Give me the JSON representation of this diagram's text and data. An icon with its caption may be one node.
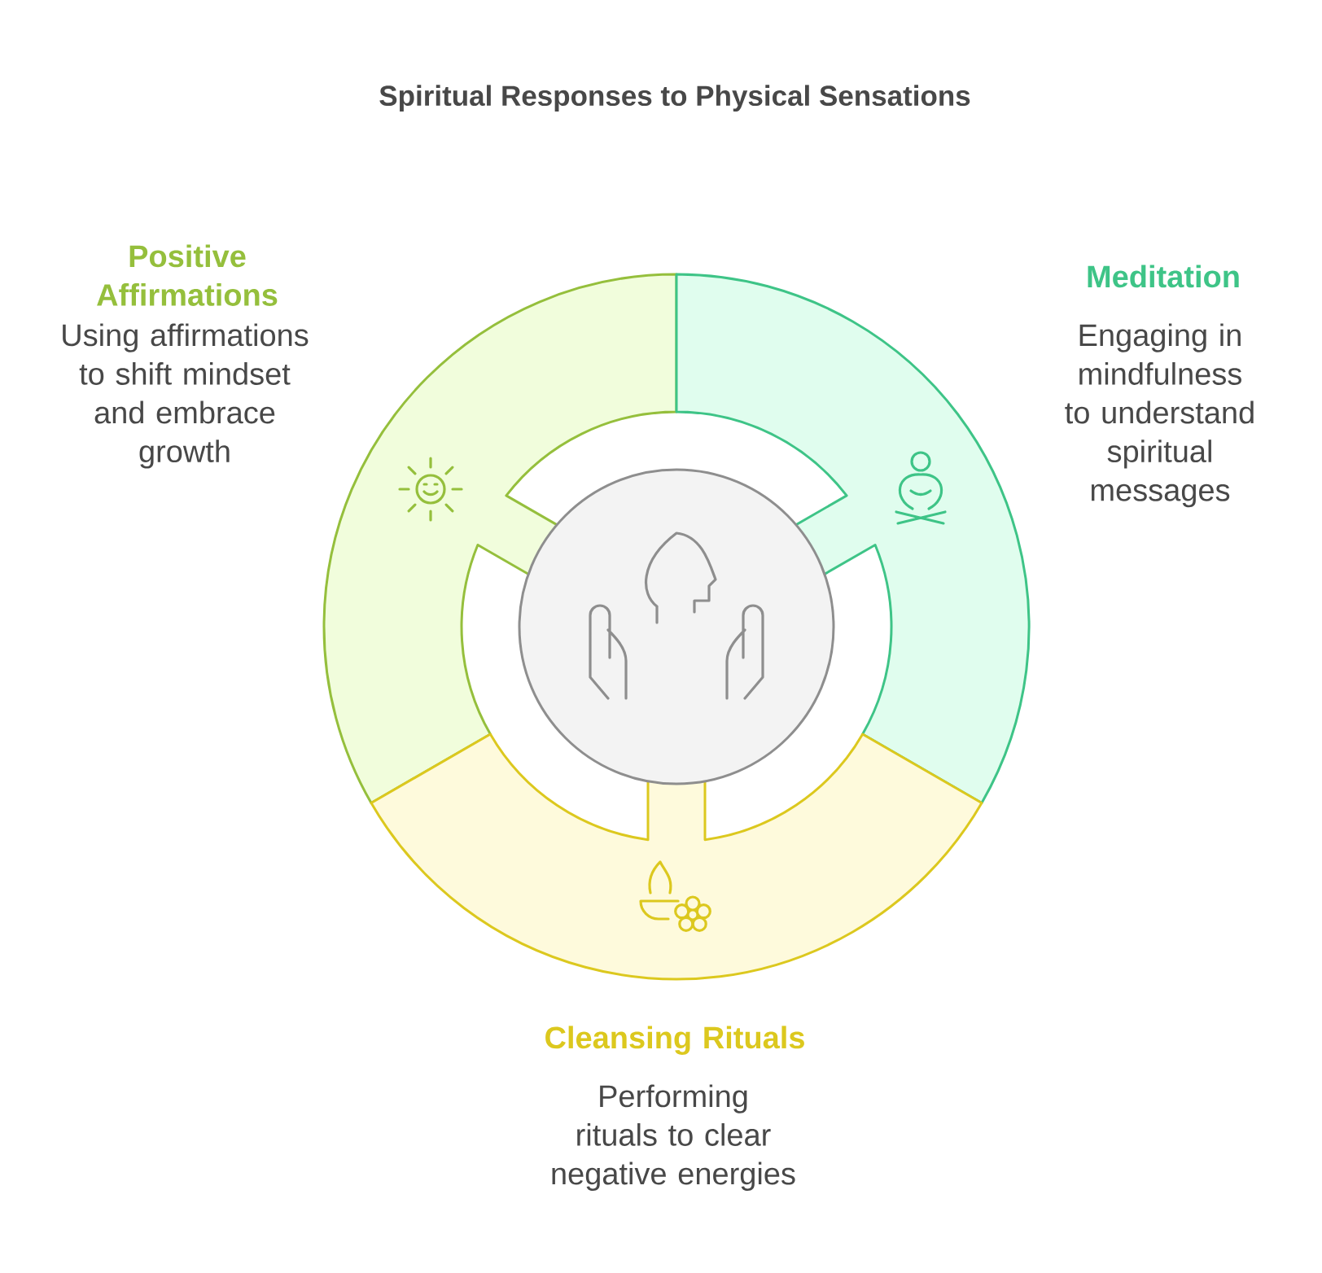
{
  "diagram": {
    "title": "Spiritual Responses to Physical Sensations",
    "nodes": [
      {
        "text": [
          "Positive Affirmations",
          "Using affirmations to shift mindset and embrace growth"
        ]
      },
      {
        "text": [
          "Meditation",
          "Engaging in mindfulness to understand spiritual messages"
        ]
      },
      {
        "text": [
          "Cleansing Rituals",
          "Performing rituals to clear negative energies"
        ]
      },
      {
        "text": [],
        "shape": "circle"
      }
    ],
    "edges": []
  }
}
